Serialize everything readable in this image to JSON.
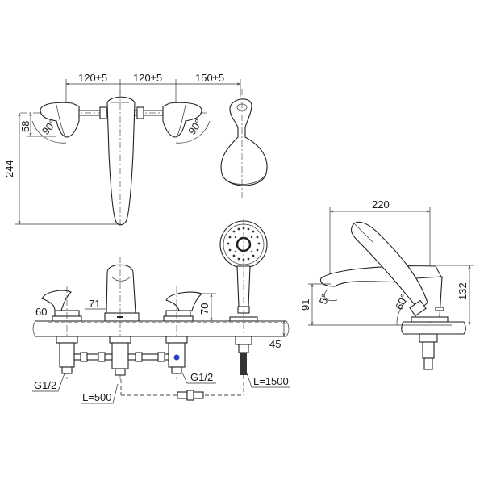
{
  "diagram": {
    "title": "",
    "subject": "faucet-dimension-drawing",
    "colors": {
      "line": "#222222",
      "background": "#ffffff",
      "marker_blue": "#2a3fbf"
    },
    "top_view": {
      "dims": {
        "spacing_left": "120±5",
        "spacing_right": "120±5",
        "spacing_shower": "150±5",
        "height_total": "244",
        "handle_height": "58",
        "angle_left": "90°",
        "angle_right": "90°"
      }
    },
    "front_view": {
      "dims": {
        "handle_left": "60",
        "spout": "71",
        "handle_right": "70",
        "deck": "45",
        "inlet_left": "G1/2",
        "inlet_right": "G1/2",
        "hose_spout": "L=500",
        "hose_shower": "L=1500"
      }
    },
    "side_view": {
      "dims": {
        "reach": "220",
        "spout_height": "91",
        "total_height": "132",
        "spout_angle": "5°",
        "shower_angle": "60°"
      }
    }
  }
}
